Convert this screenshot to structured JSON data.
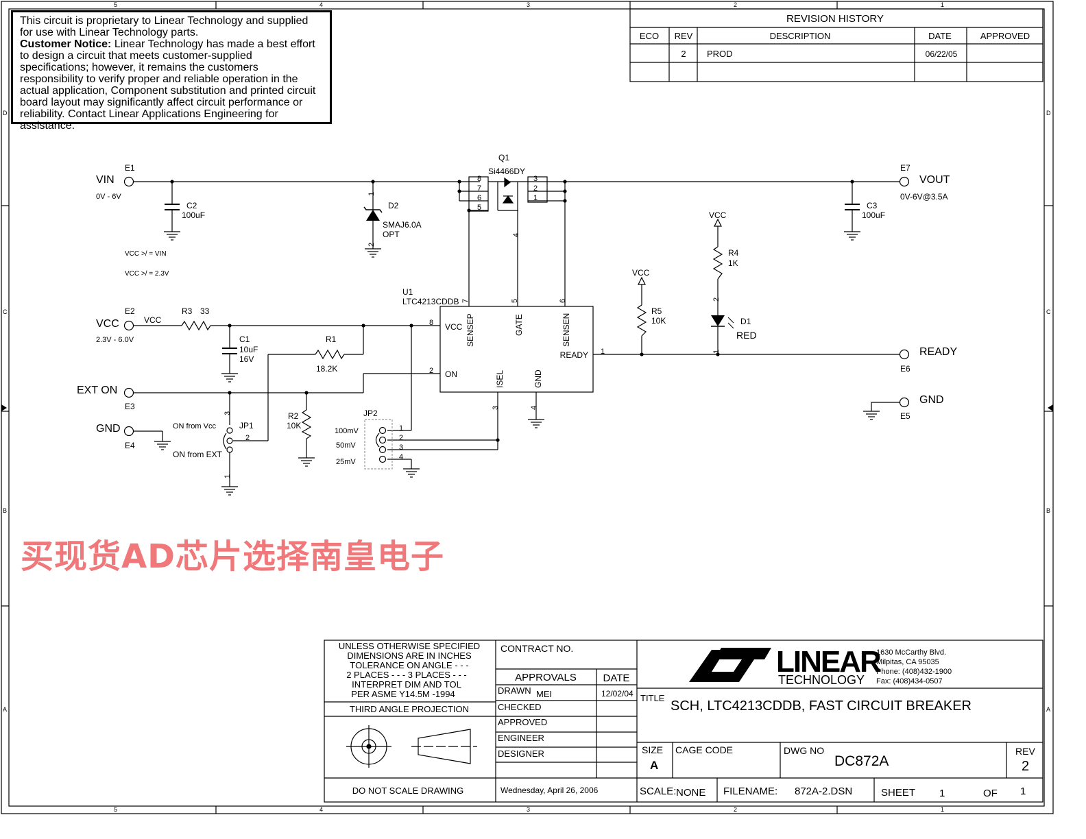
{
  "notice": {
    "line1": "This circuit is proprietary to Linear Technology and supplied for use with Linear Technology parts.",
    "heading": "Customer Notice:",
    "body": "Linear Technology has made a best effort to design a circuit that meets customer-supplied specifications; however, it remains the customers responsibility to verify proper and reliable operation in the actual application, Component substitution and printed circuit board layout may significantly affect circuit performance or reliability. Contact Linear Applications Engineering for assistance."
  },
  "revision": {
    "title": "REVISION HISTORY",
    "headers": [
      "ECO",
      "REV",
      "DESCRIPTION",
      "DATE",
      "APPROVED"
    ],
    "rows": [
      [
        "",
        "2",
        "PROD",
        "06/22/05",
        ""
      ]
    ]
  },
  "border": {
    "cols": [
      "5",
      "4",
      "3",
      "2",
      "1"
    ],
    "rows": [
      "D",
      "C",
      "B",
      "A"
    ]
  },
  "schematic": {
    "vin": "VIN",
    "vin_range": "0V - 6V",
    "e1": "E1",
    "c2": "C2",
    "c2_val": "100uF",
    "d2": "D2",
    "d2_part": "SMAJ6.0A",
    "d2_opt": "OPT",
    "vcc_note1": "VCC >/ = VIN",
    "vcc_note2": "VCC >/ = 2.3V",
    "q1": "Q1",
    "q1_part": "Si4466DY",
    "e7": "E7",
    "vout": "VOUT",
    "vout_range": "0V-6V@3.5A",
    "c3": "C3",
    "c3_val": "100uF",
    "r4": "R4",
    "r4_val": "1K",
    "vcc": "VCC",
    "d1": "D1",
    "d1_color": "RED",
    "r5": "R5",
    "r5_val": "10K",
    "u1": "U1",
    "u1_part": "LTC4213CDDB",
    "e2": "E2",
    "vcc_in": "VCC",
    "vcc_range": "2.3V - 6.0V",
    "r3": "R3",
    "r3_val": "33",
    "c1": "C1",
    "c1_val": "10uF",
    "c1_v": "16V",
    "r1": "R1",
    "r1_val": "18.2K",
    "pin_vcc": "VCC",
    "pin_sensep": "SENSEP",
    "pin_gate": "GATE",
    "pin_sensen": "SENSEN",
    "pin_ready": "READY",
    "pin_on": "ON",
    "pin_isel": "ISEL",
    "pin_gnd": "GND",
    "ready": "READY",
    "e6": "E6",
    "gnd": "GND",
    "e5": "E5",
    "ext_on": "EXT ON",
    "e3": "E3",
    "e4": "E4",
    "jp1": "JP1",
    "on_vcc": "ON from Vcc",
    "on_ext": "ON from EXT",
    "r2": "R2",
    "r2_val": "10K",
    "jp2": "JP2",
    "mv100": "100mV",
    "mv50": "50mV",
    "mv25": "25mV"
  },
  "watermark": "买现货AD芯片选择南皇电子",
  "titleblock": {
    "tol": [
      "UNLESS OTHERWISE SPECIFIED",
      "DIMENSIONS ARE IN INCHES",
      "TOLERANCE ON ANGLE - - -",
      "2 PLACES - - -    3 PLACES - - -",
      "INTERPRET DIM AND TOL",
      "PER ASME Y14.5M -1994"
    ],
    "projection": "THIRD ANGLE PROJECTION",
    "no_scale": "DO NOT SCALE DRAWING",
    "contract": "CONTRACT NO.",
    "approvals": "APPROVALS",
    "date": "DATE",
    "drawn": "DRAWN",
    "drawn_by": "MEI",
    "drawn_date": "12/02/04",
    "checked": "CHECKED",
    "approved": "APPROVED",
    "engineer": "ENGINEER",
    "designer": "DESIGNER",
    "print_date": "Wednesday, April 26, 2006",
    "logo_word": "LINEAR",
    "logo_sub": "TECHNOLOGY",
    "address": [
      "1630 McCarthy Blvd.",
      "Milpitas, CA 95035",
      "Phone: (408)432-1900",
      "Fax: (408)434-0507"
    ],
    "title_label": "TITLE",
    "title": "SCH, LTC4213CDDB, FAST CIRCUIT BREAKER",
    "size_label": "SIZE",
    "size": "A",
    "cage": "CAGE CODE",
    "dwg_label": "DWG NO",
    "dwg": "DC872A",
    "rev_label": "REV",
    "rev": "2",
    "scale_label": "SCALE:",
    "scale": "NONE",
    "file_label": "FILENAME:",
    "file": "872A-2.DSN",
    "sheet_label": "SHEET",
    "sheet": "1",
    "of_label": "OF",
    "of": "1"
  }
}
